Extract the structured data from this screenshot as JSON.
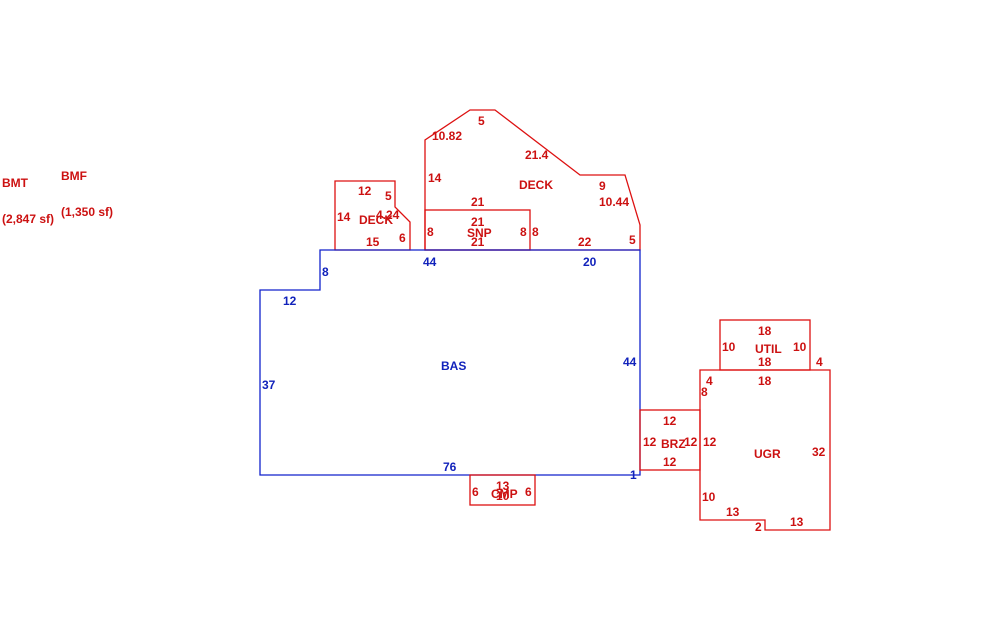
{
  "notes": {
    "bmt_label": "BMT",
    "bmt_area": "(2,847 sf)",
    "bmf_label": "BMF",
    "bmf_area": "(1,350 sf)"
  },
  "colors": {
    "red": "#dd1111",
    "blue": "#1122cc"
  },
  "areas": {
    "bas": {
      "name": "BAS",
      "dims": {
        "top_left": "44",
        "top_right": "20",
        "step": "8",
        "left_top": "12",
        "left": "37",
        "bottom": "76",
        "right": "44",
        "corner": "1"
      }
    },
    "deck_large": {
      "name": "DECK",
      "dims": {
        "slope_left": "10.82",
        "top": "5",
        "slope_right": "21.4",
        "left": "14",
        "right_top": "9",
        "right_slope": "10.44",
        "right": "5",
        "bottom": "22"
      }
    },
    "snp": {
      "name": "SNP",
      "dims": {
        "top": "21",
        "mid": "21",
        "bottom": "21",
        "left": "8",
        "right": "8",
        "right_outer": "8"
      }
    },
    "deck_small": {
      "name": "DECK",
      "dims": {
        "top": "12",
        "notch": "5",
        "slope": "4.24",
        "left": "14",
        "bottom": "15",
        "right": "6"
      }
    },
    "cmp": {
      "name": "CMP",
      "dims": {
        "top": "13",
        "bottom": "10",
        "left": "6",
        "right": "6"
      }
    },
    "brz": {
      "name": "BRZ",
      "dims": {
        "top": "12",
        "bottom": "12",
        "left": "12",
        "right": "12",
        "right_inner": "12"
      }
    },
    "util": {
      "name": "UTIL",
      "dims": {
        "top": "18",
        "bottom": "18",
        "left": "10",
        "right": "10"
      }
    },
    "ugr": {
      "name": "UGR",
      "dims": {
        "top": "18",
        "right_notch": "4",
        "left_notch": "4",
        "left_top": "8",
        "right": "32",
        "left_bottom": "10",
        "bottom_left": "13",
        "step": "2",
        "bottom_right": "13"
      }
    }
  }
}
